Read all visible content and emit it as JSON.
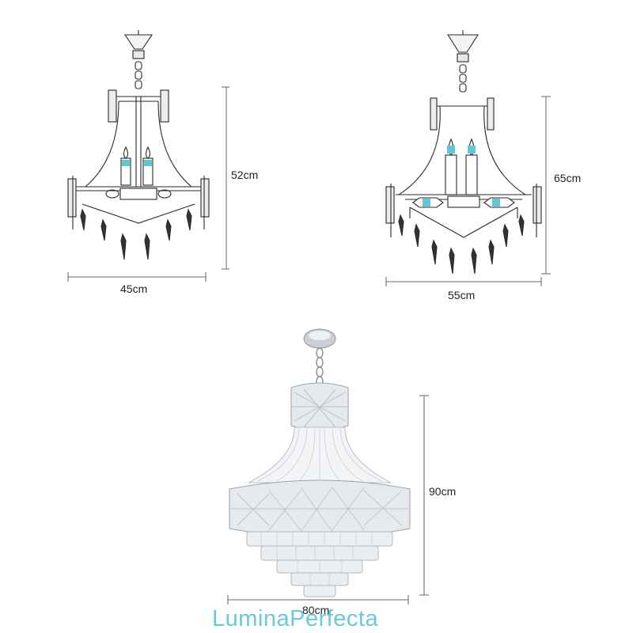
{
  "figures": [
    {
      "name": "small-chandelier",
      "width_label": "45cm",
      "height_label": "52cm"
    },
    {
      "name": "medium-chandelier",
      "width_label": "55cm",
      "height_label": "65cm"
    },
    {
      "name": "large-crystal-chandelier",
      "width_label": "80cm",
      "height_label": "90cm"
    }
  ],
  "brand": {
    "logo_text": "LuminaPerfecta",
    "color": "#69c9dc"
  },
  "colors": {
    "line": "#2a2a2a",
    "dimension": "#666666",
    "bulb": "#5fc8d8",
    "crystal": "#b8c0c8",
    "chrome": "#9aa3ab"
  }
}
